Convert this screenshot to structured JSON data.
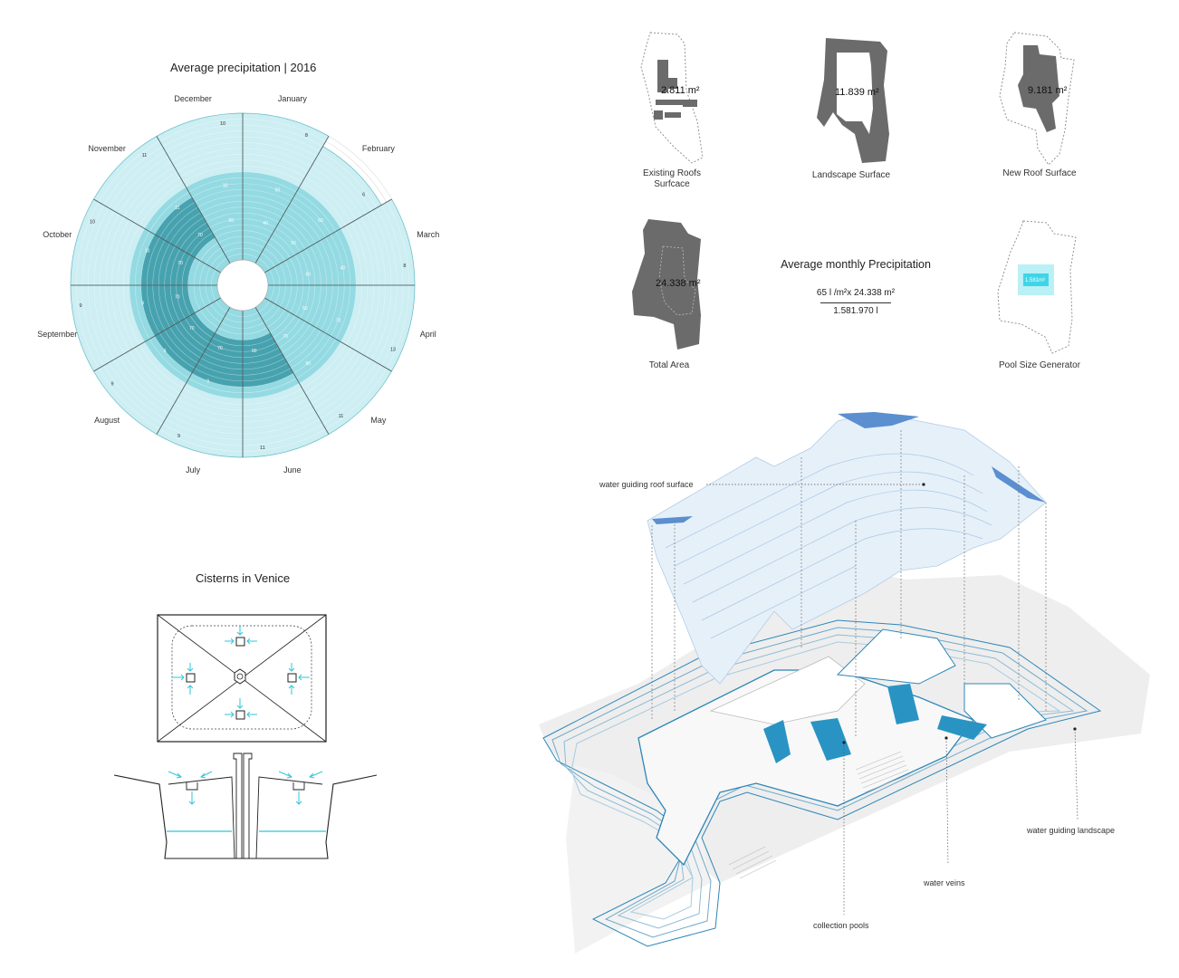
{
  "precip_chart": {
    "title": "Average precipitation | 2016",
    "months": [
      "January",
      "February",
      "March",
      "April",
      "May",
      "June",
      "July",
      "August",
      "September",
      "October",
      "November",
      "December"
    ],
    "chart_data": {
      "type": "radial-bar",
      "title": "Average precipitation | 2016",
      "categories": [
        "January",
        "February",
        "March",
        "April",
        "May",
        "June",
        "July",
        "August",
        "September",
        "October",
        "November",
        "December"
      ],
      "series": [
        {
          "values": [
            8,
            6,
            8,
            13,
            11,
            11,
            9,
            9,
            9,
            10,
            11,
            10
          ]
        }
      ],
      "inner_labels": [
        [
          "40",
          "50"
        ],
        [
          "50",
          "60"
        ],
        [
          "60",
          "40"
        ],
        [
          "50",
          "70"
        ],
        [
          "70",
          "90"
        ],
        [
          "90"
        ],
        [
          "70",
          "9"
        ],
        [
          "70",
          "9"
        ],
        [
          "70",
          "9"
        ],
        [
          "70",
          "10"
        ],
        [
          "70",
          "11"
        ],
        [
          "50",
          "10"
        ]
      ],
      "colors": {
        "light": "#cdeef2",
        "mid": "#8ad6df",
        "dark": "#2d8f9e"
      }
    }
  },
  "cisterns": {
    "title": "Cisterns in Venice"
  },
  "areas": {
    "existing_roofs": {
      "value": "2.811 m²",
      "caption_line1": "Existing Roofs",
      "caption_line2": "Surfcace"
    },
    "landscape": {
      "value": "11.839 m²",
      "caption": "Landscape Surface"
    },
    "new_roof": {
      "value": "9.181 m²",
      "caption": "New Roof Surface"
    },
    "total": {
      "value": "24.338 m²",
      "caption": "Total Area"
    },
    "pool": {
      "value": "1.581m²",
      "caption": "Pool Size Generator"
    }
  },
  "calc": {
    "title": "Average monthly Precipitation",
    "numerator": "65 l /m²x 24.338 m²",
    "result": "1.581.970 l"
  },
  "axon": {
    "labels": {
      "roof": "water guiding roof surface",
      "landscape": "water guiding landscape",
      "veins": "water veins",
      "pools": "collection pools"
    }
  },
  "colors": {
    "accent": "#2ca7c8",
    "cyan": "#3cd0e0",
    "shape_gray": "#6b6b6b"
  }
}
